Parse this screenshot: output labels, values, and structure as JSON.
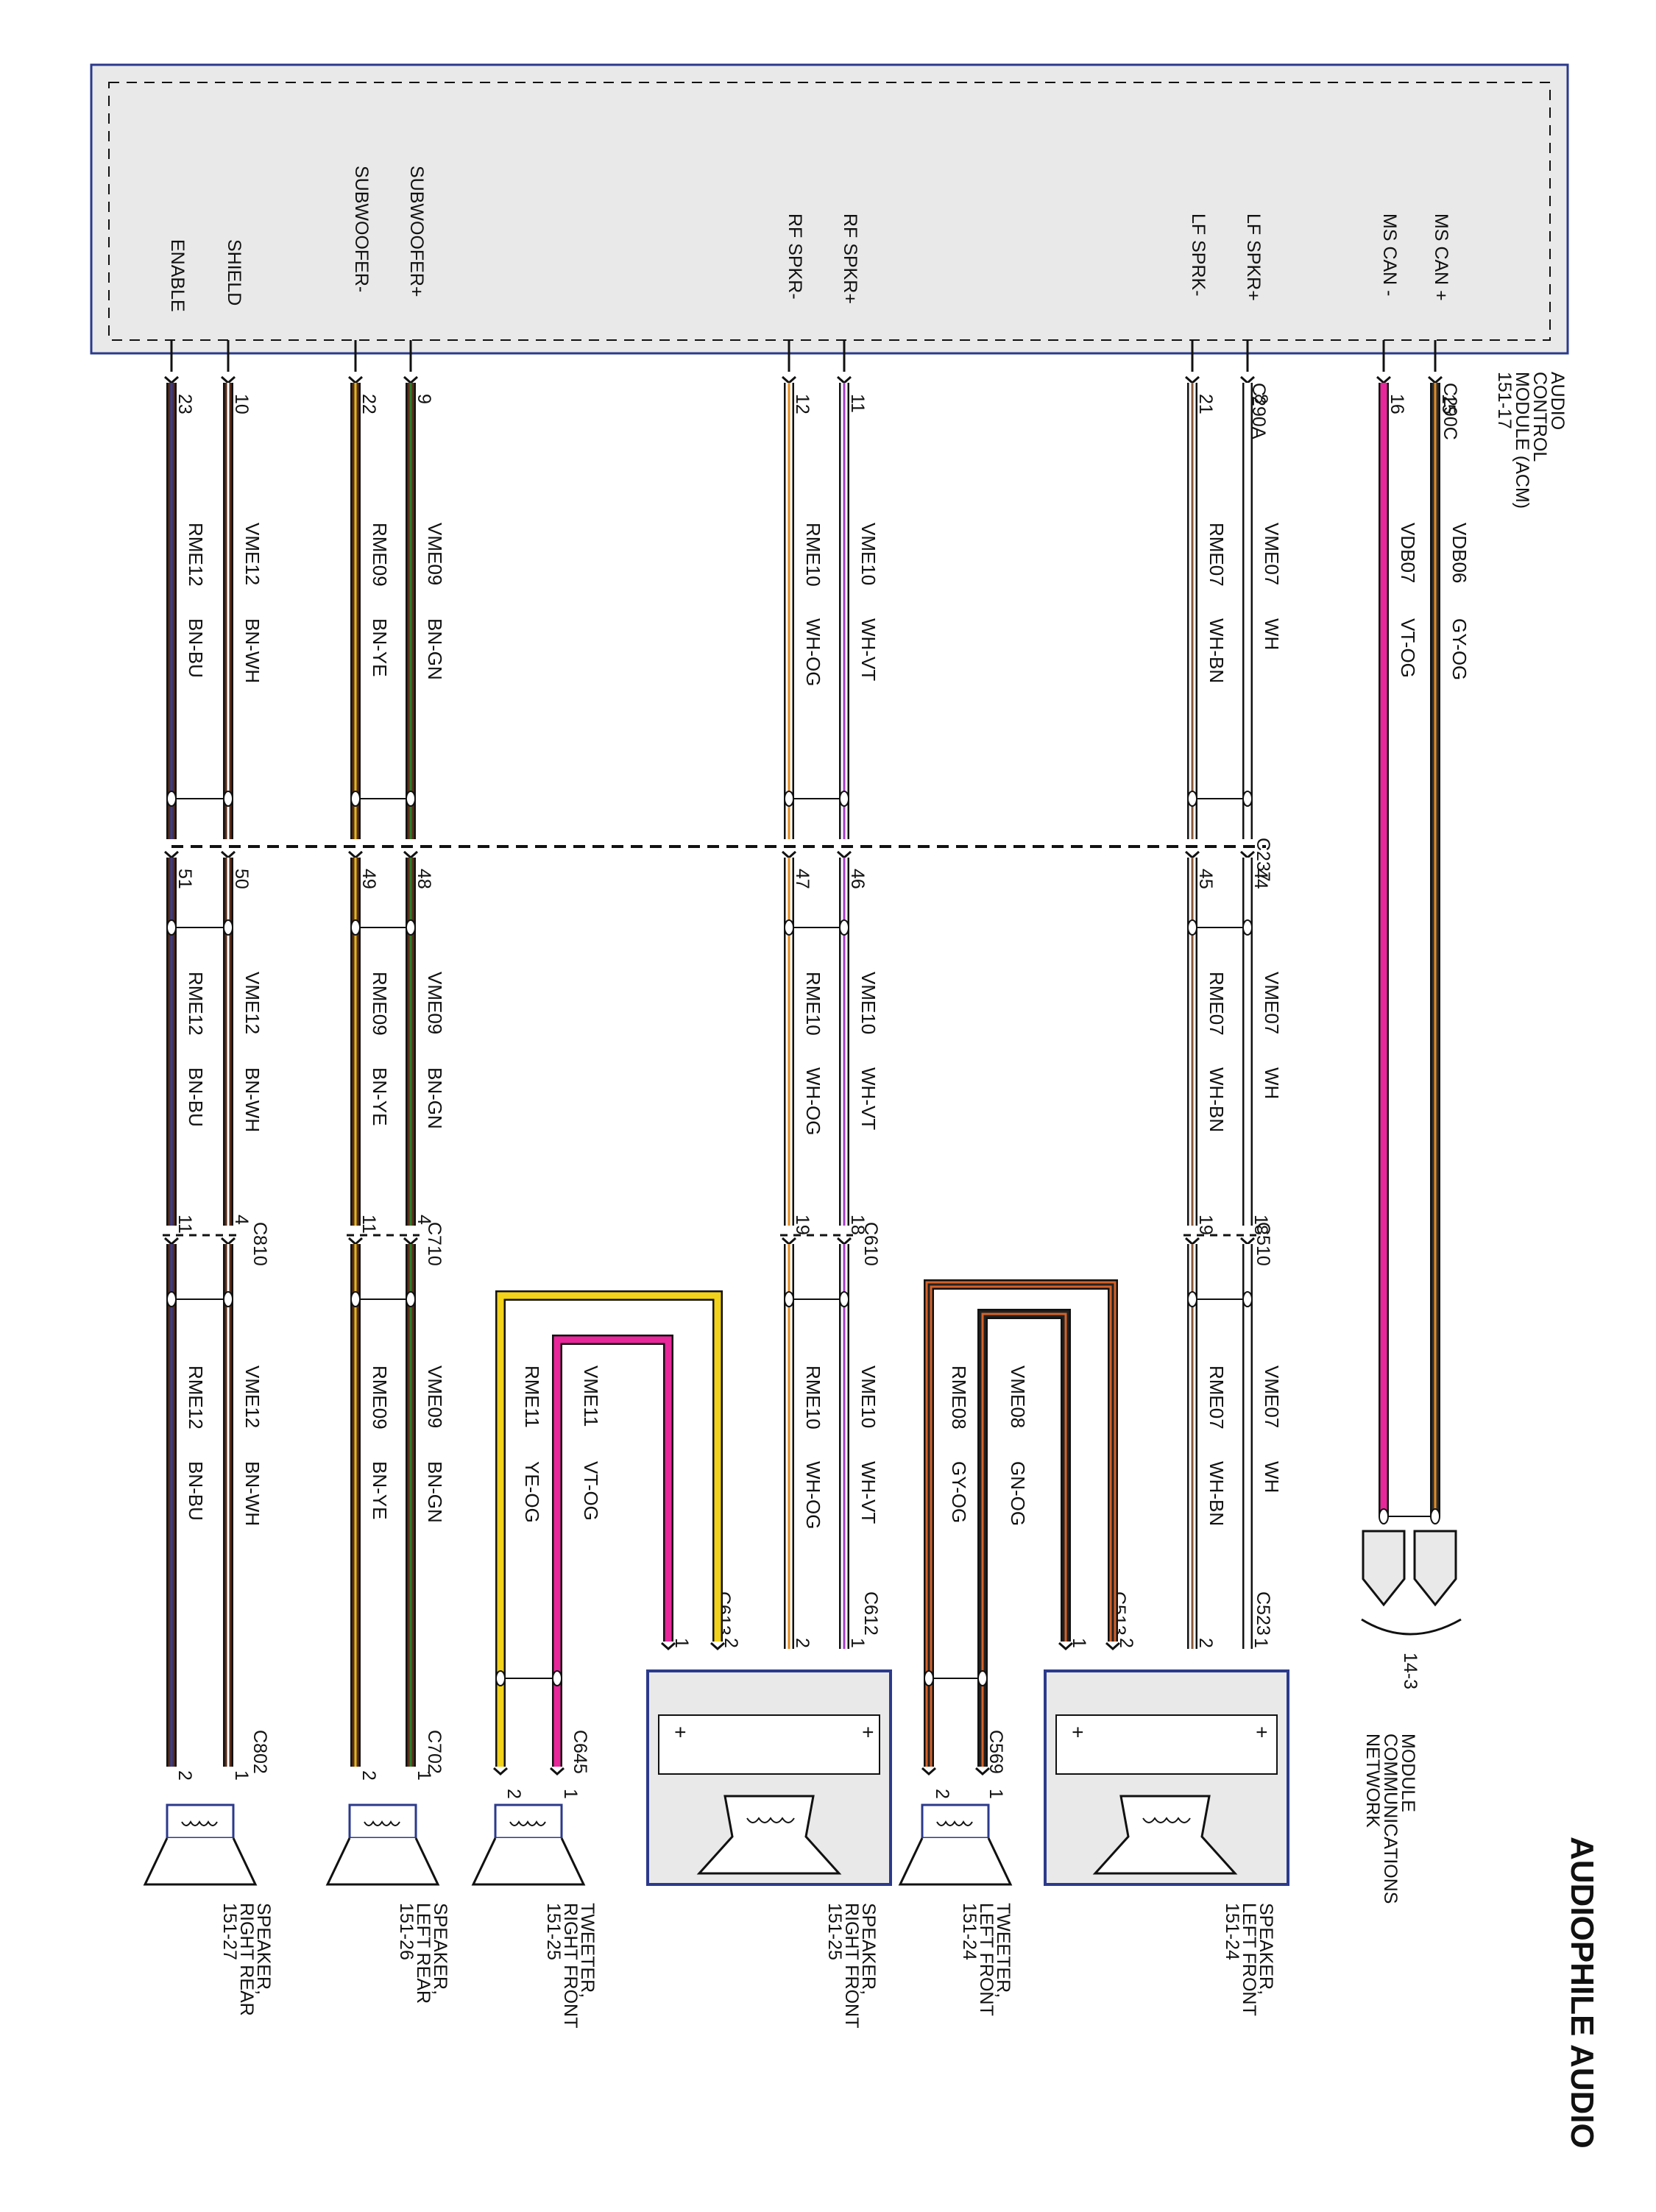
{
  "title": "AUDIOPHILE AUDIO",
  "module": {
    "name_lines": [
      "AUDIO",
      "CONTROL",
      "MODULE (ACM)",
      "151-17"
    ],
    "pins": [
      "MS CAN +",
      "MS CAN -",
      "LF SPKR+",
      "LF SPRK-",
      "RF SPKR+",
      "RF SPKR-",
      "SUBWOOFER+",
      "SUBWOOFER-",
      "SHIELD",
      "ENABLE"
    ]
  },
  "connectors": {
    "acm_can": "C290C",
    "acm_main": "C290A",
    "inline": "C237",
    "lf_door": "C510",
    "rf_door": "C610",
    "lr_door": "C710",
    "rr_door": "C810",
    "lf_speaker": "C523",
    "lf_tweeter_door": "C513",
    "lf_tweeter": "C569",
    "rf_speaker": "C612",
    "rf_tweeter_door": "C613",
    "rf_tweeter": "C645",
    "lr_speaker": "C702",
    "rr_speaker": "C802"
  },
  "wires": [
    {
      "circuit": "VDB06",
      "color": "GY-OG",
      "hex": "#303030",
      "stripe": "#e58a1f",
      "pins": [
        "15"
      ]
    },
    {
      "circuit": "VDB07",
      "color": "VT-OG",
      "hex": "#e8279a",
      "stripe": "#e8279a",
      "pins": [
        "16"
      ]
    },
    {
      "circuit": "VME07",
      "color": "WH",
      "hex": "#ffffff",
      "stripe": "#ffffff",
      "pins": [
        "8",
        "44",
        "18",
        "1"
      ]
    },
    {
      "circuit": "RME07",
      "color": "WH-BN",
      "hex": "#ffffff",
      "stripe": "#8a5a3a",
      "pins": [
        "21",
        "45",
        "19",
        "2"
      ]
    },
    {
      "circuit": "VME10",
      "color": "WH-VT",
      "hex": "#ffffff",
      "stripe": "#a43cc8",
      "pins": [
        "11",
        "46",
        "18",
        "1"
      ]
    },
    {
      "circuit": "RME10",
      "color": "WH-OG",
      "hex": "#ffffff",
      "stripe": "#e58a1f",
      "pins": [
        "12",
        "47",
        "19",
        "2"
      ]
    },
    {
      "circuit": "VME09",
      "color": "BN-GN",
      "hex": "#5a2e1a",
      "stripe": "#2c7d2c",
      "pins": [
        "9",
        "48",
        "4",
        "1"
      ]
    },
    {
      "circuit": "RME09",
      "color": "BN-YE",
      "hex": "#5a2e1a",
      "stripe": "#e0b81a",
      "pins": [
        "22",
        "49",
        "11",
        "2"
      ]
    },
    {
      "circuit": "VME12",
      "color": "BN-WH",
      "hex": "#5a2e1a",
      "stripe": "#ffffff",
      "pins": [
        "10",
        "50",
        "4",
        "1"
      ]
    },
    {
      "circuit": "RME12",
      "color": "BN-BU",
      "hex": "#5a2e1a",
      "stripe": "#2b3fa8",
      "pins": [
        "23",
        "51",
        "11",
        "2"
      ]
    },
    {
      "circuit": "VME08",
      "color": "GN-OG",
      "hex": "#222222",
      "stripe": "#d4622a",
      "pins": [
        "1",
        "1"
      ]
    },
    {
      "circuit": "RME08",
      "color": "GY-OG",
      "hex": "#d4622a",
      "stripe": "#222222",
      "pins": [
        "2",
        "2"
      ]
    },
    {
      "circuit": "VME11",
      "color": "VT-OG",
      "hex": "#e8279a",
      "stripe": "#e8279a",
      "pins": [
        "1",
        "1"
      ]
    },
    {
      "circuit": "RME11",
      "color": "YE-OG",
      "hex": "#f2d21a",
      "stripe": "#f2d21a",
      "pins": [
        "2",
        "2"
      ]
    }
  ],
  "network": {
    "label_lines": [
      "MODULE",
      "COMMUNICATIONS",
      "NETWORK"
    ],
    "ref": "14-3"
  },
  "components": [
    {
      "id": "lf",
      "lines": [
        "SPEAKER,",
        "LEFT FRONT",
        "151-24"
      ]
    },
    {
      "id": "lft",
      "lines": [
        "TWEETER,",
        "LEFT FRONT",
        "151-24"
      ]
    },
    {
      "id": "rf",
      "lines": [
        "SPEAKER,",
        "RIGHT FRONT",
        "151-25"
      ]
    },
    {
      "id": "rft",
      "lines": [
        "TWEETER,",
        "RIGHT FRONT",
        "151-25"
      ]
    },
    {
      "id": "lr",
      "lines": [
        "SPEAKER,",
        "LEFT REAR",
        "151-26"
      ]
    },
    {
      "id": "rr",
      "lines": [
        "SPEAKER,",
        "RIGHT REAR",
        "151-27"
      ]
    }
  ],
  "colors": {
    "frame": "#2b3a8c",
    "box_fill": "#e9e9e9",
    "line": "#111111"
  }
}
